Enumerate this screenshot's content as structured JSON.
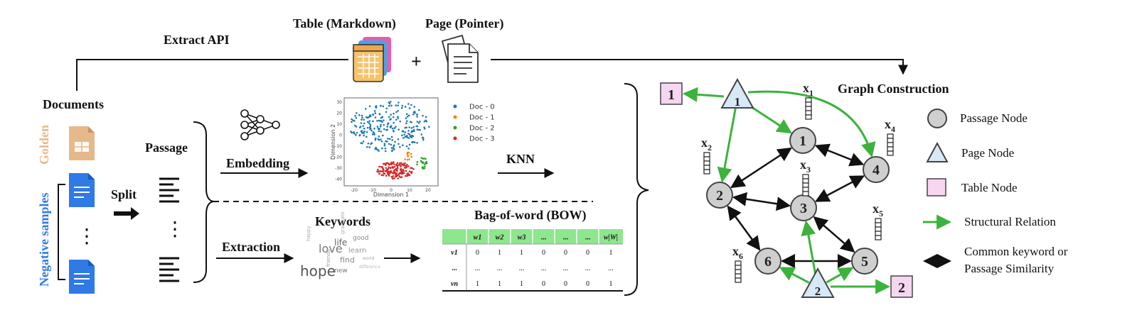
{
  "top": {
    "extract_api": "Extract API",
    "table_label": "Table (Markdown)",
    "page_label": "Page (Pointer)",
    "plus": "+"
  },
  "left": {
    "documents": "Documents",
    "golden": "Golden",
    "negative_samples": "Negative samples",
    "vdots": "⋮",
    "split": "Split",
    "passage": "Passage"
  },
  "pipeline": {
    "embedding": "Embedding",
    "knn": "KNN",
    "extraction": "Extraction",
    "keywords": "Keywords",
    "bow_title": "Bag-of-word (BOW)"
  },
  "scatter": {
    "xlabel": "Dimension 1",
    "ylabel": "Dimension 2",
    "xticks": [
      "-20",
      "-10",
      "0",
      "10",
      "20"
    ],
    "yticks": [
      "30",
      "20",
      "10",
      "0",
      "-10",
      "-20",
      "-30",
      "-40"
    ],
    "legend": [
      {
        "name": "Doc - 0",
        "color": "#1f77b4"
      },
      {
        "name": "Doc - 1",
        "color": "#ff7f0e"
      },
      {
        "name": "Doc - 2",
        "color": "#2ca02c"
      },
      {
        "name": "Doc - 3",
        "color": "#d62728"
      }
    ]
  },
  "wordcloud": {
    "words": [
      "hope",
      "love",
      "life",
      "find",
      "learn",
      "new",
      "good",
      "graduate",
      "friends",
      "happy",
      "difference",
      "world"
    ]
  },
  "bow_table": {
    "headers": [
      "",
      "w1",
      "w2",
      "w3",
      "...",
      "...",
      "...",
      "w|W|"
    ],
    "rows": [
      [
        "v1",
        "0",
        "1",
        "1",
        "0",
        "0",
        "0",
        "1"
      ],
      [
        "...",
        "...",
        "...",
        "...",
        "...",
        "...",
        "...",
        "..."
      ],
      [
        "vn",
        "1",
        "1",
        "1",
        "0",
        "0",
        "0",
        "1"
      ]
    ]
  },
  "graph": {
    "title": "Graph Construction",
    "passage_nodes": [
      "1",
      "2",
      "3",
      "4",
      "5",
      "6"
    ],
    "page_nodes": [
      "1",
      "2"
    ],
    "table_nodes": [
      "1",
      "2"
    ],
    "feature_labels": [
      "x1",
      "x2",
      "x3",
      "x4",
      "x5",
      "x6"
    ]
  },
  "legend": {
    "passage_node": "Passage Node",
    "page_node": "Page Node",
    "table_node": "Table Node",
    "structural_relation": "Structural Relation",
    "common_keyword_1": "Common keyword or",
    "common_keyword_2": "Passage Similarity"
  },
  "colors": {
    "green": "#3cb33c",
    "node_fill": "#cfcfcf",
    "page_fill": "#d7e8f7",
    "table_fill": "#f6d6f0",
    "doc_blue": "#2f7ae5",
    "doc_gold": "#e6b98a"
  }
}
